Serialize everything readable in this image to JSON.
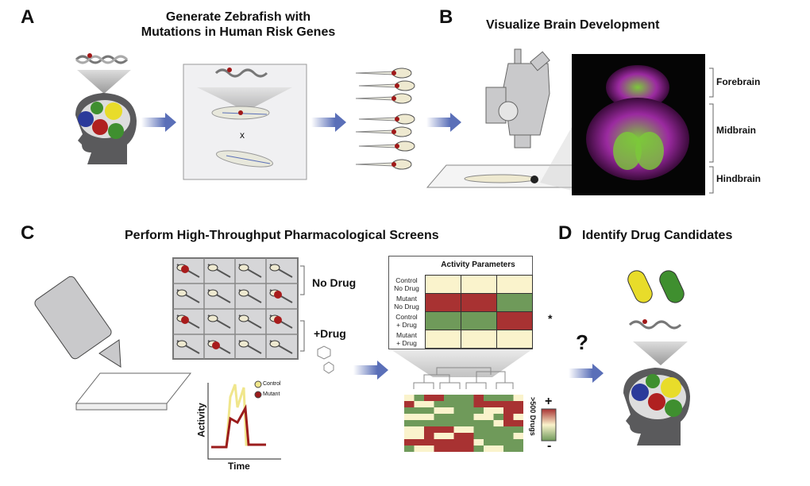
{
  "panels": {
    "A": {
      "letter": "A",
      "title_line1": "Generate Zebrafish with",
      "title_line2": "Mutations in Human Risk Genes",
      "cross_symbol": "x"
    },
    "B": {
      "letter": "B",
      "title": "Visualize Brain Development",
      "regions": [
        "Forebrain",
        "Midbrain",
        "Hindbrain"
      ]
    },
    "C": {
      "letter": "C",
      "title": "Perform High-Throughput Pharmacological Screens",
      "no_drug_label": "No Drug",
      "drug_label": "+Drug",
      "plot": {
        "xlabel": "Time",
        "ylabel": "Activity",
        "legend": [
          "Control",
          "Mutant"
        ]
      },
      "table": {
        "header": "Activity Parameters",
        "rows": [
          {
            "label1": "Control",
            "label2": "No Drug",
            "cells": [
              "neutral",
              "neutral",
              "neutral"
            ]
          },
          {
            "label1": "Mutant",
            "label2": "No Drug",
            "cells": [
              "high",
              "high",
              "low"
            ]
          },
          {
            "label1": "Control",
            "label2": "+ Drug",
            "cells": [
              "low",
              "low",
              "high"
            ]
          },
          {
            "label1": "Mutant",
            "label2": "+ Drug",
            "cells": [
              "neutral",
              "neutral",
              "neutral"
            ]
          }
        ],
        "significance": "*"
      },
      "heatmap": {
        "ylabel": ">500 Drugs",
        "scale_plus": "+",
        "scale_minus": "-"
      }
    },
    "D": {
      "letter": "D",
      "title": "Identify Drug Candidates",
      "question": "?"
    }
  },
  "colors": {
    "high": "#a83232",
    "low": "#6f9a5a",
    "neutral": "#faf3cc",
    "arrow": "#5a6fb8",
    "head": "#5a5a5c",
    "gear_blue": "#2b3a9a",
    "gear_green": "#3f8f2f",
    "gear_yellow": "#e8dc2a",
    "gear_red": "#b02020"
  }
}
